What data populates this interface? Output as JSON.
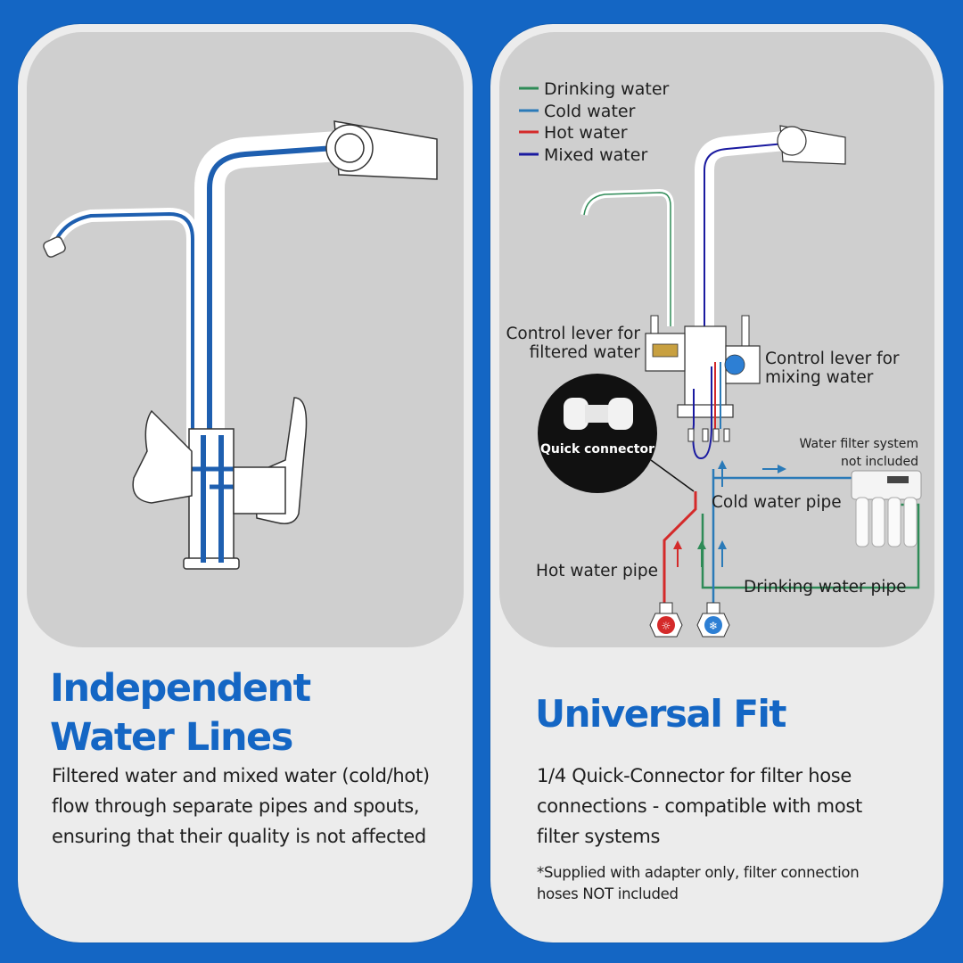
{
  "left_card": {
    "heading_line1": "Independent",
    "heading_line2": "Water Lines",
    "description_line1": "Filtered water and mixed water (cold/hot)",
    "description_line2": "flow through separate pipes and spouts,",
    "description_line3": "ensuring that their quality is not affected"
  },
  "right_card": {
    "heading": "Universal Fit",
    "description_line1": "1/4 Quick-Connector for filter hose",
    "description_line2": "connections - compatible with most",
    "description_line3": "filter systems",
    "note_line1": "*Supplied with adapter only, filter connection",
    "note_line2": "hoses NOT included"
  },
  "diagram": {
    "legend": [
      {
        "label": "Drinking water",
        "color": "#2e8b57"
      },
      {
        "label": "Cold water",
        "color": "#2a7ab8"
      },
      {
        "label": "Hot water",
        "color": "#d42a2a"
      },
      {
        "label": "Mixed water",
        "color": "#1a1aa0"
      }
    ],
    "labels": {
      "control_filtered_1": "Control lever for",
      "control_filtered_2": "filtered water",
      "control_mixing_1": "Control lever for",
      "control_mixing_2": "mixing water",
      "quick_connector": "Quick connector",
      "filter_system_1": "Water filter system",
      "filter_system_2": "not included",
      "cold_pipe": "Cold water pipe",
      "hot_pipe": "Hot water pipe",
      "drinking_pipe": "Drinking water pipe"
    }
  },
  "colors": {
    "background": "#1466c4",
    "heading": "#1466c4",
    "card": "#ececec",
    "panel": "#cfcfcf"
  }
}
